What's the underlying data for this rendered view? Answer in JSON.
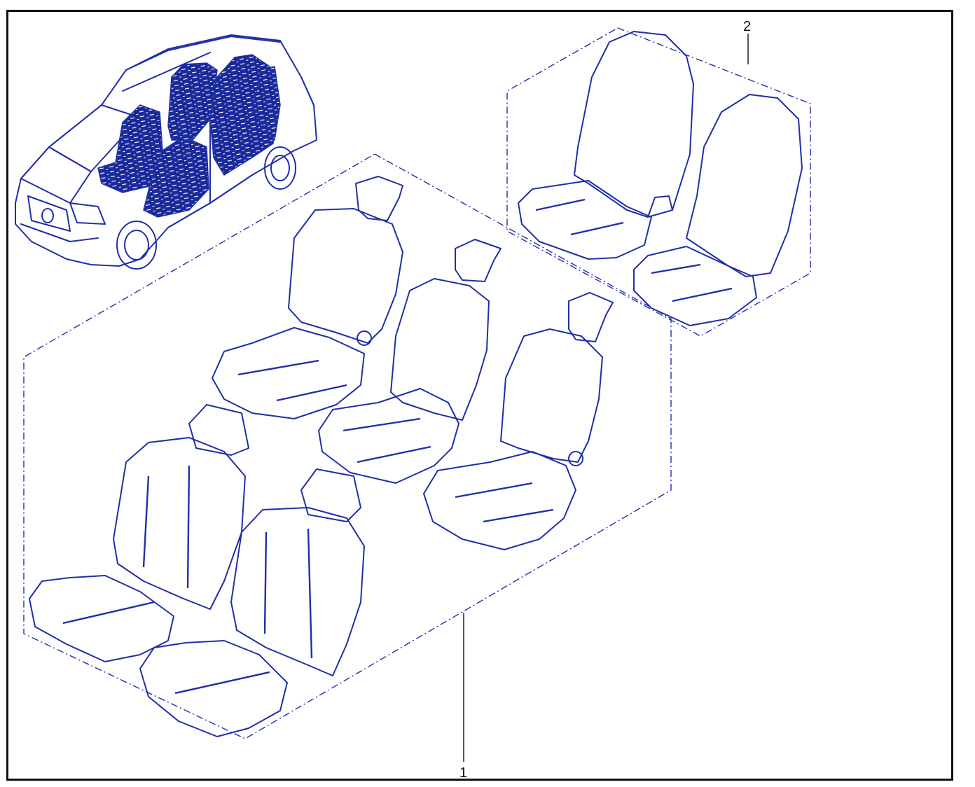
{
  "diagram": {
    "callouts": [
      {
        "id": "1",
        "label": "1"
      },
      {
        "id": "2",
        "label": "2"
      }
    ],
    "colors": {
      "line": "#1f2fa8",
      "hatch": "#2f44c2",
      "frame": "#111111",
      "background": "#ffffff"
    },
    "icons": [
      "car-overview-icon",
      "seat-set-icon"
    ]
  }
}
